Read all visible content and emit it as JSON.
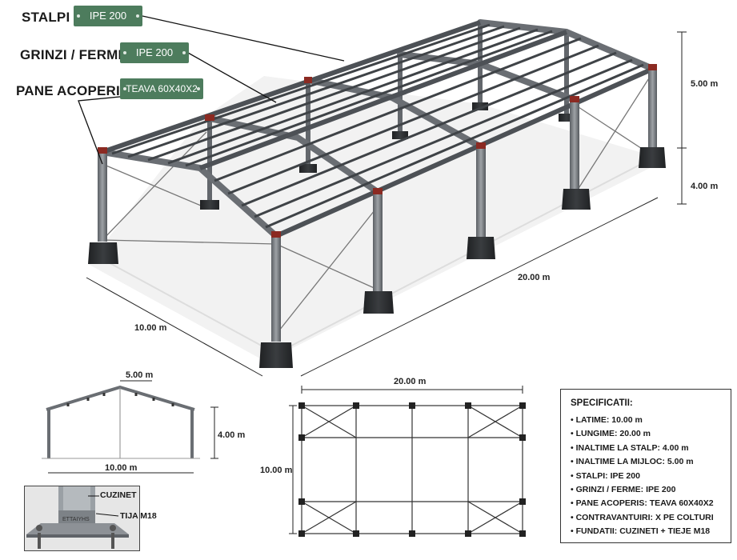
{
  "labels": {
    "stalpi": "STALPI",
    "grinzi": "GRINZI / FERME",
    "pane": "PANE ACOPERIS"
  },
  "tags": {
    "stalpi": "IPE 200",
    "grinzi": "IPE 200",
    "pane": "TEAVA 60X40X2"
  },
  "dimensions": {
    "roof_height": "5.00 m",
    "post_height": "4.00 m",
    "length": "20.00 m",
    "width": "10.00 m",
    "section_half": "5.00 m",
    "section_height": "4.00 m",
    "section_width": "10.00 m",
    "plan_length": "20.00 m",
    "plan_width": "10.00 m"
  },
  "detail": {
    "cuzinet": "CUZINET",
    "tija": "TIJA M18"
  },
  "specs": {
    "title": "SPECIFICATII:",
    "items": [
      "LATIME: 10.00 m",
      "LUNGIME:  20.00 m",
      "INALTIME LA STALP: 4.00 m",
      "INALTIME LA MIJLOC: 5.00 m",
      "STALPI: IPE 200",
      "GRINZI / FERME: IPE 200",
      "PANE ACOPERIS: TEAVA 60X40X2",
      "CONTRAVANTUIRI: X PE COLTURI",
      "FUNDATII: CUZINETI + TIEJE M18"
    ]
  },
  "colors": {
    "tag_green": "#4d7c5d",
    "steel": "#6f7378",
    "footing": "#2d2f32",
    "bolt_red": "#8b2a22"
  }
}
